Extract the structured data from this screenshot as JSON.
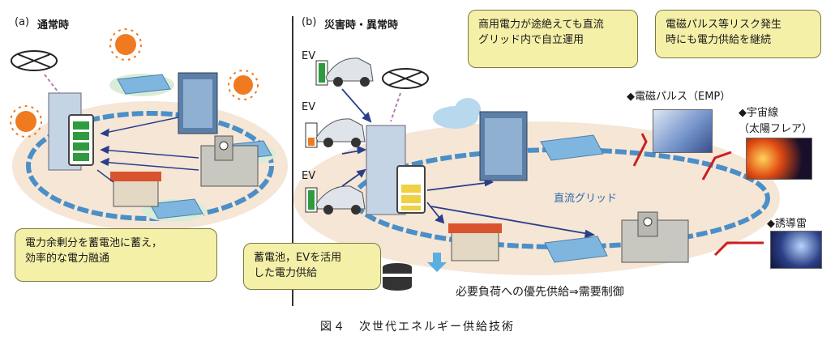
{
  "panel_a": {
    "label": "(a)",
    "title": "通常時",
    "callout": [
      "電力余剰分を蓄電池に蓄え，",
      "効率的な電力融通"
    ]
  },
  "panel_b": {
    "label": "(b)",
    "title": "災害時・異常時",
    "ev_labels": [
      "EV",
      "EV",
      "EV"
    ],
    "callout_batteries": [
      "蓄電池，EVを活用",
      "した電力供給"
    ],
    "callout_grid": [
      "商用電力が途絶えても直流",
      "グリッド内で自立運用"
    ],
    "callout_risk": [
      "電磁パルス等リスク発生",
      "時にも電力供給を継続"
    ],
    "grid_label": "直流グリッド",
    "risks": [
      {
        "text": "◆電磁パルス（EMP）"
      },
      {
        "text": "◆宇宙線",
        "sub": "（太陽フレア）"
      },
      {
        "text": "◆誘導雷"
      }
    ],
    "priority_text": "必要負荷への優先供給⇒需要制御"
  },
  "caption": "図４　次世代エネルギー供給技術",
  "colors": {
    "grid_ring": "#4a8fc8",
    "ground": "#f6e6d6",
    "callout_fill": "#f4f0a8",
    "arrow": "#2a3f8a",
    "risk_arrow": "#cc1f1f",
    "sun": "#f07a20"
  }
}
